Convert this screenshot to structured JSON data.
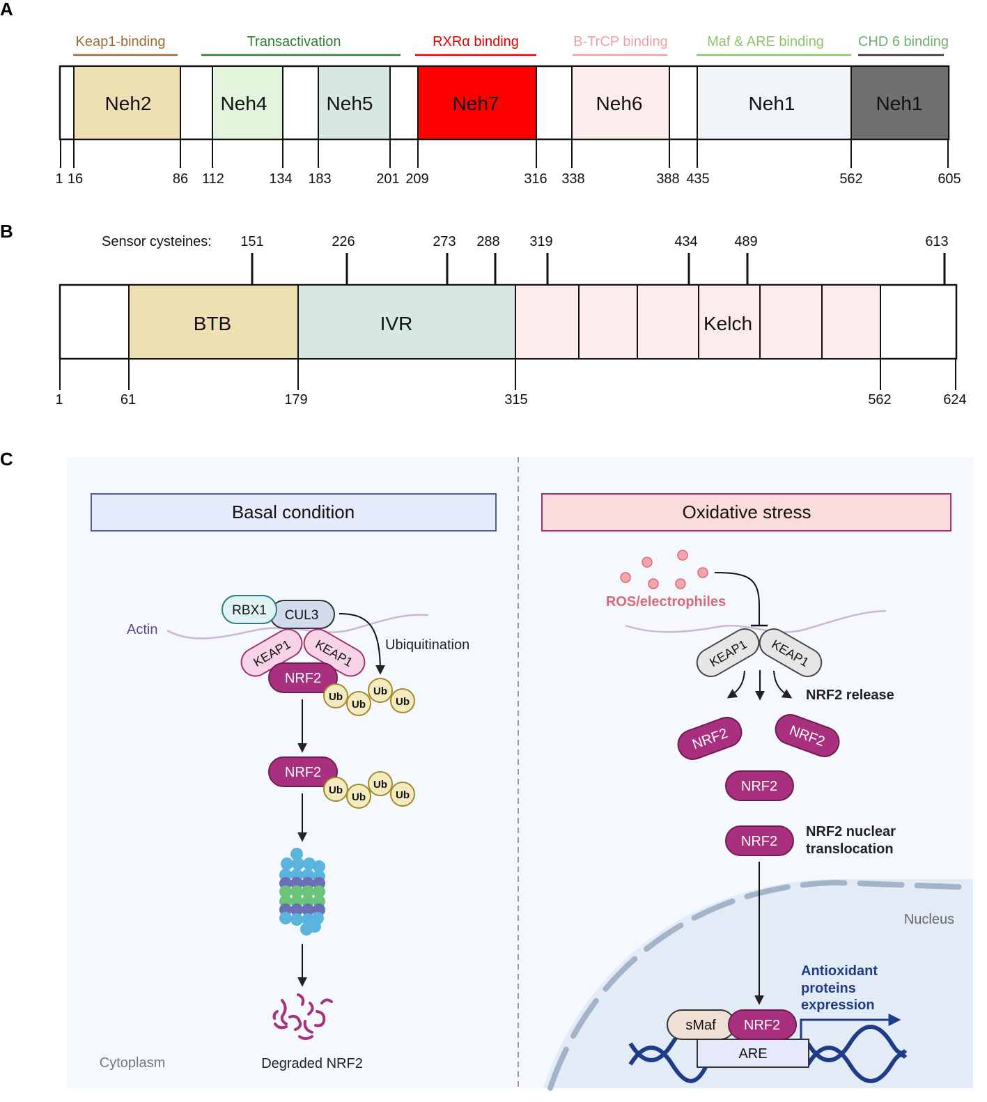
{
  "panel_a": {
    "label": "A",
    "functions": [
      {
        "label": "Keap1-binding",
        "color": "#9c6b33"
      },
      {
        "label": "Transactivation",
        "color": "#2e7d32"
      },
      {
        "label": "RXRα binding",
        "color": "#e00000"
      },
      {
        "label": "B-TrCP binding",
        "color": "#f0a0a0"
      },
      {
        "label": "Maf & ARE binding",
        "color": "#8cc46a"
      },
      {
        "label": "CHD 6 binding",
        "color": "#6fae6f"
      }
    ],
    "domains": [
      {
        "label": "Neh2",
        "color": "#efe0b4"
      },
      {
        "label": "Neh4",
        "color": "#e2f4dc"
      },
      {
        "label": "Neh5",
        "color": "#d7e7e3"
      },
      {
        "label": "Neh7",
        "color": "#ff0000"
      },
      {
        "label": "Neh6",
        "color": "#fcecec"
      },
      {
        "label": "Neh1",
        "color": "#f0f4f8"
      },
      {
        "label": "Neh1",
        "color": "#6f6f6f"
      }
    ],
    "positions": [
      "1",
      "16",
      "86",
      "112",
      "134",
      "183",
      "201",
      "209",
      "316",
      "338",
      "388",
      "435",
      "562",
      "605"
    ]
  },
  "panel_b": {
    "label": "B",
    "sensor_label": "Sensor cysteines:",
    "cysteines": [
      "151",
      "226",
      "273",
      "288",
      "319",
      "434",
      "489",
      "613"
    ],
    "domains": [
      {
        "label": "BTB",
        "color": "#efe0b4"
      },
      {
        "label": "IVR",
        "color": "#d7e7e3"
      },
      {
        "label": "Kelch",
        "color": "#fcecec"
      }
    ],
    "positions": [
      "1",
      "61",
      "179",
      "315",
      "562",
      "624"
    ]
  },
  "panel_c": {
    "label": "C",
    "left": {
      "title": "Basal condition",
      "rbx1": "RBX1",
      "cul3": "CUL3",
      "actin": "Actin",
      "keap1": "KEAP1",
      "nrf2": "NRF2",
      "ub": "Ub",
      "ubiquitination": "Ubiquitination",
      "degraded": "Degraded NRF2",
      "cytoplasm": "Cytoplasm"
    },
    "right": {
      "title": "Oxidative stress",
      "ros": "ROS/electrophiles",
      "keap1": "KEAP1",
      "nrf2": "NRF2",
      "release": "NRF2 release",
      "translocation_1": "NRF2 nuclear",
      "translocation_2": "translocation",
      "nucleus": "Nucleus",
      "smaf": "sMaf",
      "are": "ARE",
      "expr_1": "Antioxidant",
      "expr_2": "proteins",
      "expr_3": "expression"
    }
  }
}
